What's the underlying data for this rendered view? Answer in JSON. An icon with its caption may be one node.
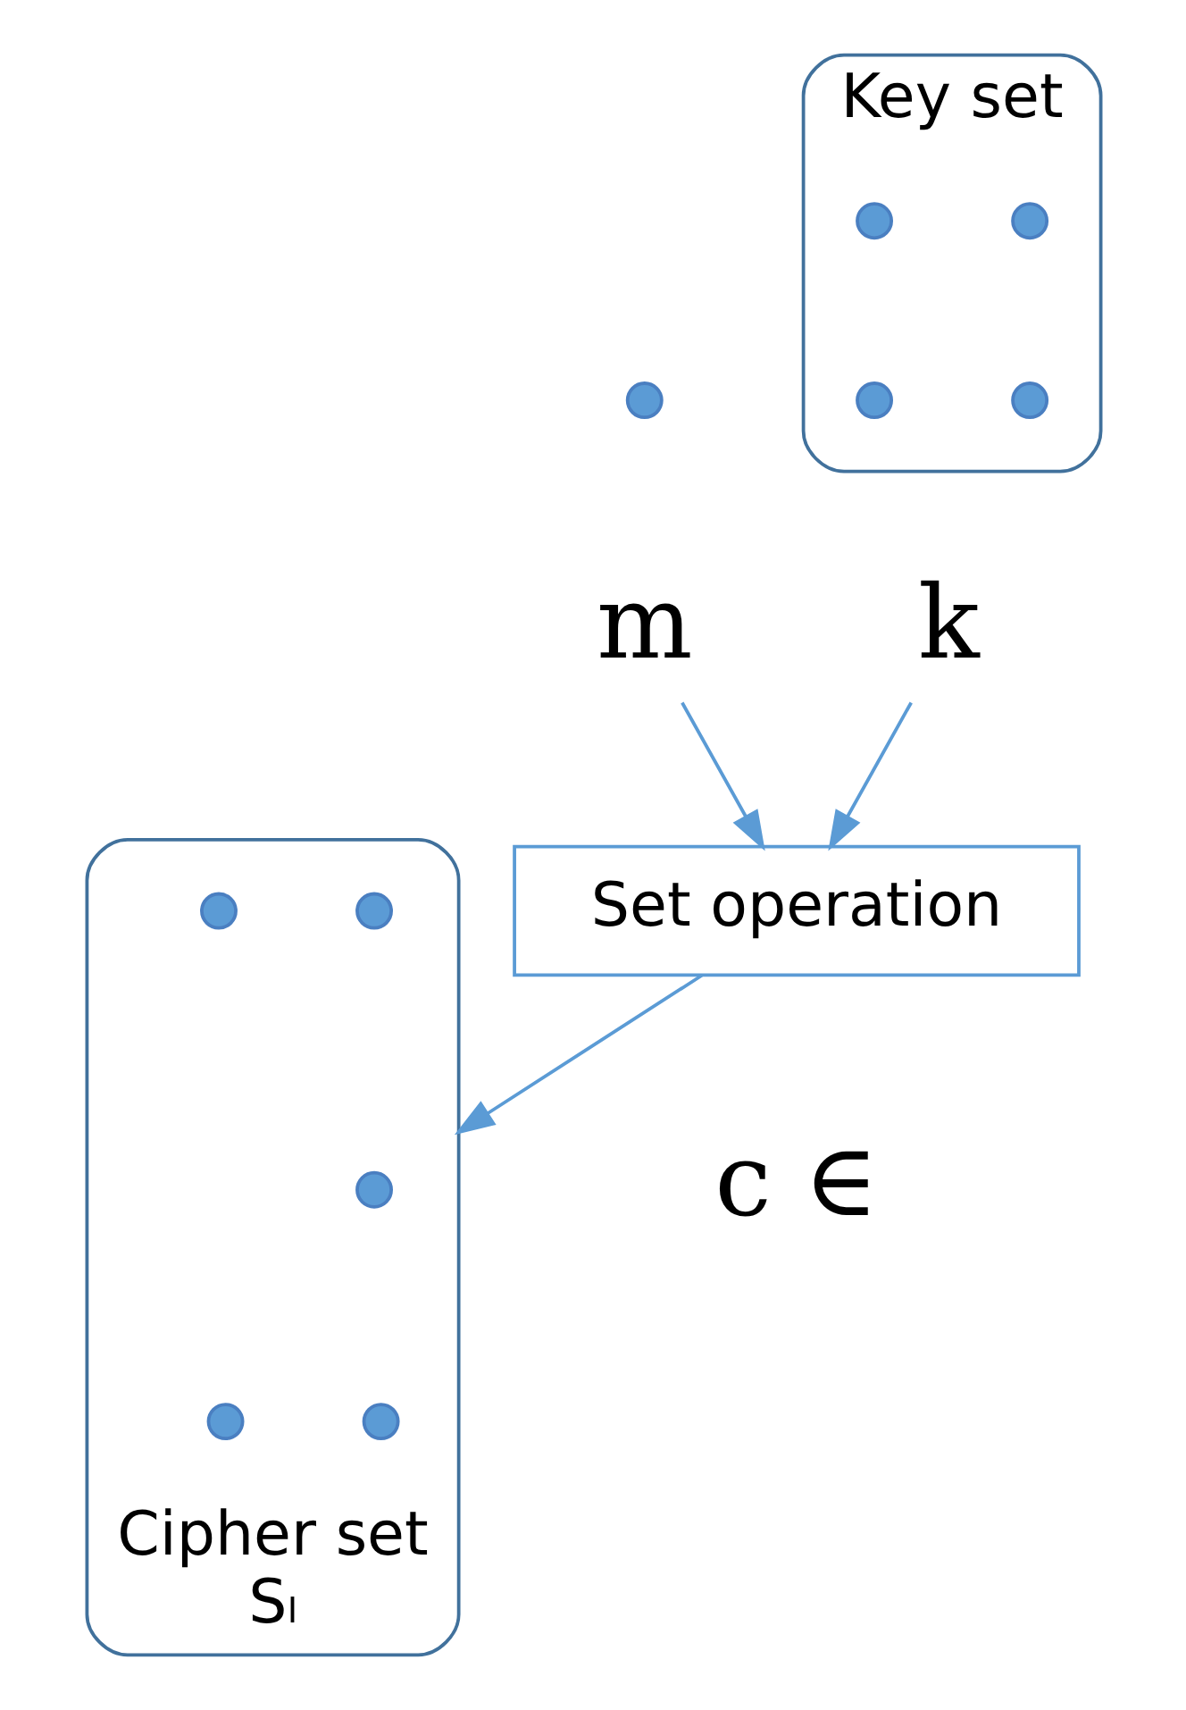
{
  "diagram": {
    "nodes": [
      {
        "text": [
          "Key set"
        ]
      },
      {
        "text": [],
        "shape": "cross",
        "in": 0
      },
      {
        "text": [],
        "shape": "cross",
        "in": 0
      },
      {
        "text": [],
        "shape": "cross",
        "in": 0
      },
      {
        "text": [],
        "shape": "cross",
        "in": 0
      },
      {
        "text": [],
        "shape": "cross"
      },
      {
        "text": [
          "m"
        ]
      },
      {
        "text": [
          "k"
        ]
      },
      {
        "text": [
          "Set operation"
        ]
      },
      {
        "text": [
          "Cipher set",
          "Sₗ"
        ]
      },
      {
        "text": [],
        "shape": "cross",
        "in": 9
      },
      {
        "text": [],
        "shape": "cross",
        "in": 9
      },
      {
        "text": [],
        "shape": "cross",
        "in": 9
      },
      {
        "text": [],
        "shape": "cross",
        "in": 9
      },
      {
        "text": [],
        "shape": "cross",
        "in": 9
      }
    ],
    "edges": [
      {
        "from": 6,
        "to": 8,
        "arrow": "to"
      },
      {
        "from": 7,
        "to": 8,
        "arrow": "to"
      },
      {
        "from": 8,
        "to": 9,
        "arrow": "to"
      }
    ],
    "labels": [
      "c ∈"
    ]
  }
}
